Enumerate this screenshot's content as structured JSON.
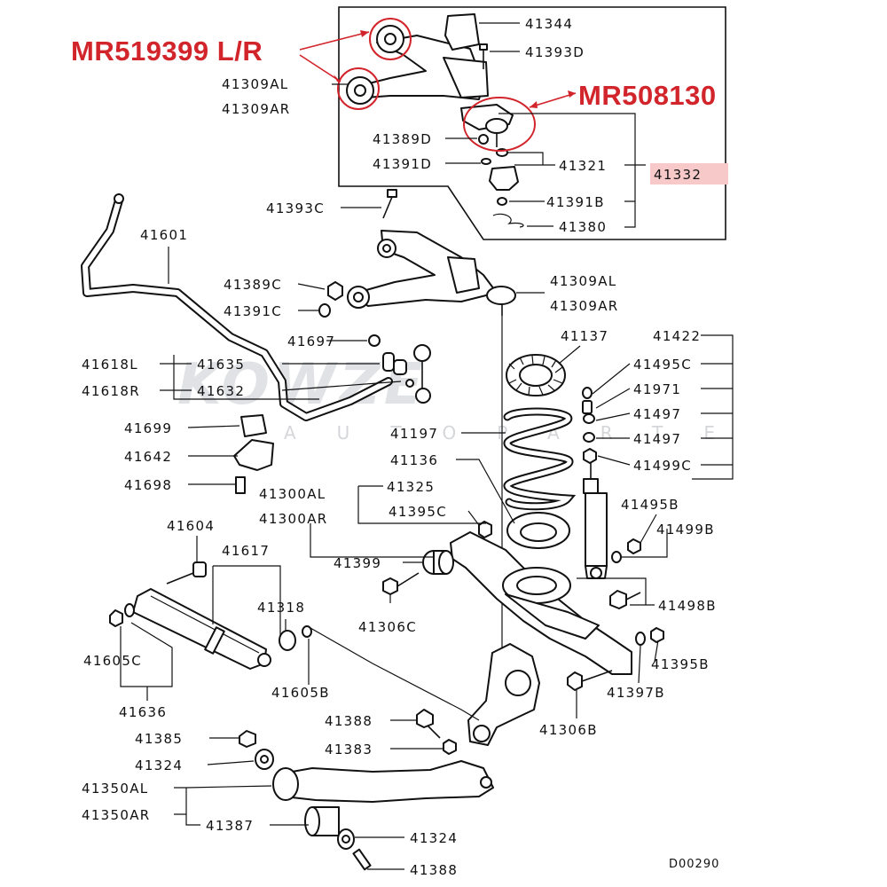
{
  "callouts": {
    "bushing": "MR519399 L/R",
    "balljoint": "MR508130"
  },
  "highlight": {
    "assembly": "41332",
    "color": "#f7c9c9"
  },
  "watermark": {
    "brand": "KOWZE",
    "sub": "AUTOPARTE"
  },
  "diagram_code": "D00290",
  "labels": {
    "p41344": "41344",
    "p41393D": "41393D",
    "p41309AL_top": "41309AL",
    "p41309AR_top": "41309AR",
    "p41389D": "41389D",
    "p41391D": "41391D",
    "p41321": "41321",
    "p41391B": "41391B",
    "p41380": "41380",
    "p41393C": "41393C",
    "p41601": "41601",
    "p41389C": "41389C",
    "p41391C": "41391C",
    "p41309AL_mid": "41309AL",
    "p41309AR_mid": "41309AR",
    "p41697": "41697",
    "p41137": "41137",
    "p41422": "41422",
    "p41618L": "41618L",
    "p41635": "41635",
    "p41495C": "41495C",
    "p41618R": "41618R",
    "p41632": "41632",
    "p41971": "41971",
    "p41699": "41699",
    "p41197": "41197",
    "p41497a": "41497",
    "p41497b": "41497",
    "p41642": "41642",
    "p41136": "41136",
    "p41499C": "41499C",
    "p41698": "41698",
    "p41300AL": "41300AL",
    "p41325": "41325",
    "p41300AR": "41300AR",
    "p41395C": "41395C",
    "p41495B": "41495B",
    "p41604": "41604",
    "p41499B": "41499B",
    "p41617": "41617",
    "p41399": "41399",
    "p41318": "41318",
    "p41306C": "41306C",
    "p41498B": "41498B",
    "p41605C": "41605C",
    "p41605B": "41605B",
    "p41395B": "41395B",
    "p41397B": "41397B",
    "p41636": "41636",
    "p41388a": "41388",
    "p41306B": "41306B",
    "p41383": "41383",
    "p41385": "41385",
    "p41324a": "41324",
    "p41350AL": "41350AL",
    "p41350AR": "41350AR",
    "p41387": "41387",
    "p41324b": "41324",
    "p41388b": "41388"
  }
}
